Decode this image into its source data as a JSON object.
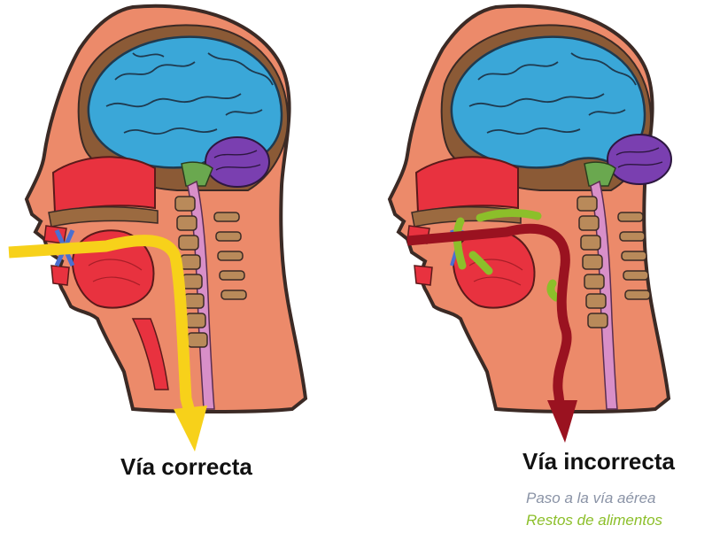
{
  "figures": [
    {
      "caption": "Vía correcta",
      "path_color": "#f7d11a"
    },
    {
      "caption": "Vía incorrecta",
      "path_color": "#9a1220"
    }
  ],
  "legend": {
    "airway_passage": "Paso a la vía aérea",
    "food_residue": "Restos de alimentos",
    "airway_color": "#8a93a6",
    "food_color": "#8cbf2a"
  },
  "colors": {
    "skin": "#ec8a6a",
    "brain": "#3aa7d8",
    "cerebellum": "#7a3fb0",
    "spine": "#d88fc8",
    "vertebrae": "#b98a5a",
    "tongue": "#e8323f"
  }
}
